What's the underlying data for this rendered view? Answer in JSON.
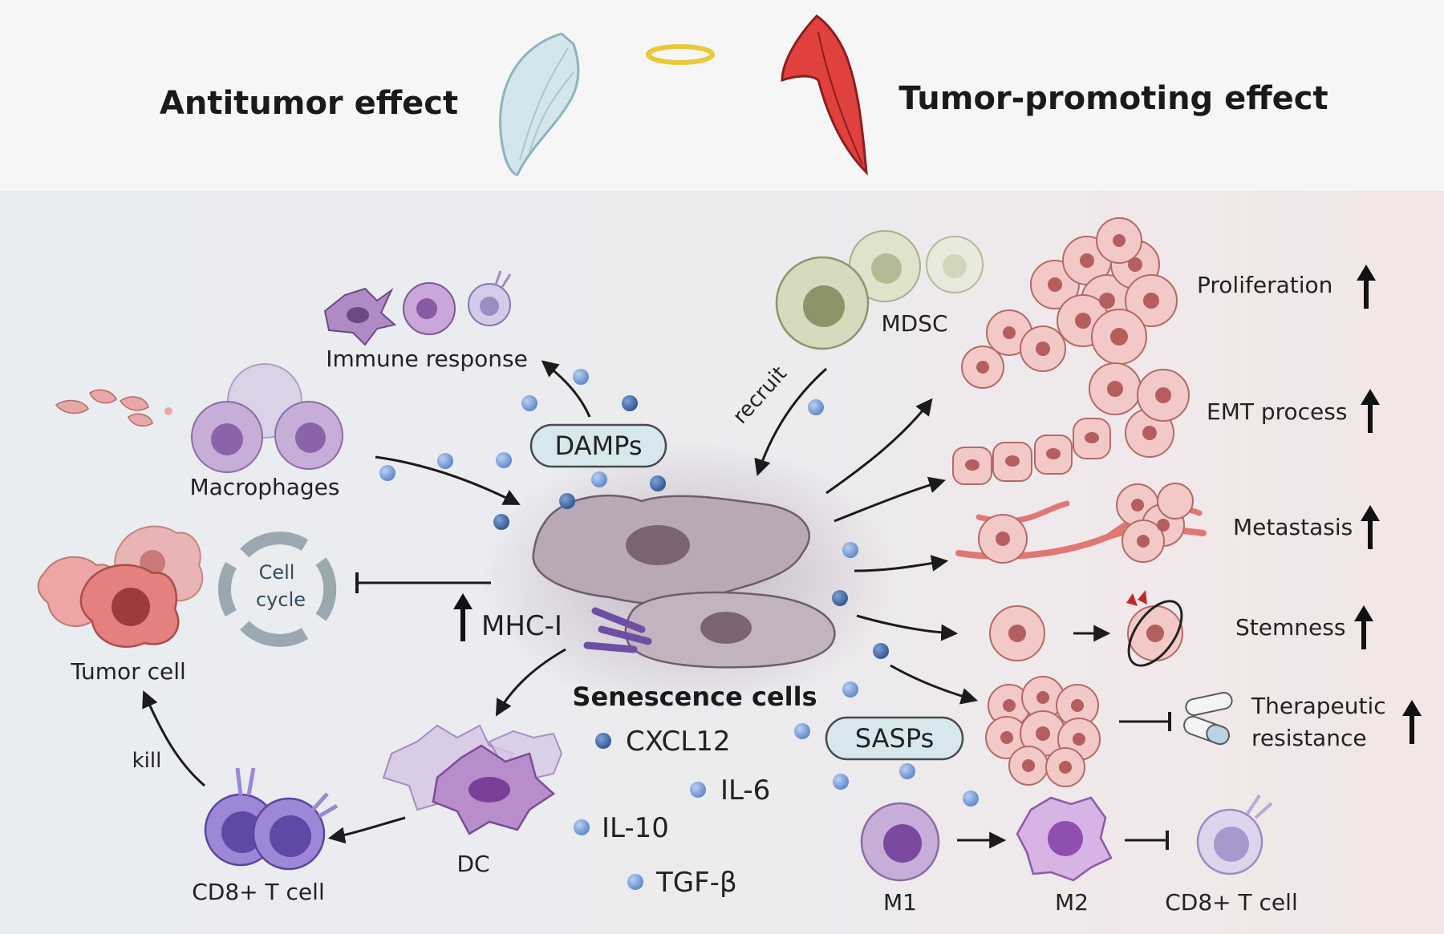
{
  "header": {
    "left_title": "Antitumor effect",
    "right_title": "Tumor-promoting effect"
  },
  "center": {
    "title": "Senescence cells",
    "damps": "DAMPs",
    "sasps": "SASPs",
    "mhc": "MHC-I",
    "factors": [
      "CXCL12",
      "IL-6",
      "IL-10",
      "TGF-β"
    ]
  },
  "left": {
    "immune_response": "Immune response",
    "macrophages": "Macrophages",
    "cell_cycle_1": "Cell",
    "cell_cycle_2": "cycle",
    "tumor_cell": "Tumor cell",
    "kill": "kill",
    "cd8": "CD8+ T cell",
    "dc": "DC"
  },
  "right": {
    "mdsc": "MDSC",
    "recruit": "recruit",
    "proliferation": "Proliferation",
    "emt": "EMT process",
    "metastasis": "Metastasis",
    "stemness": "Stemness",
    "therapeutic_1": "Therapeutic",
    "therapeutic_2": "resistance",
    "m1": "M1",
    "m2": "M2",
    "cd8": "CD8+ T cell"
  },
  "colors": {
    "header_bg": "#f6f6f6",
    "panel_bg": "#eceef1",
    "senescent": "#b7a7b5",
    "tumor_pink": "#f2c9c6",
    "dot_blue": "#6f97d6",
    "macrophage": "#c7aed9",
    "wing": "#cfe2e8",
    "devil_wing": "#e0413f",
    "halo": "#f4dd5a"
  }
}
